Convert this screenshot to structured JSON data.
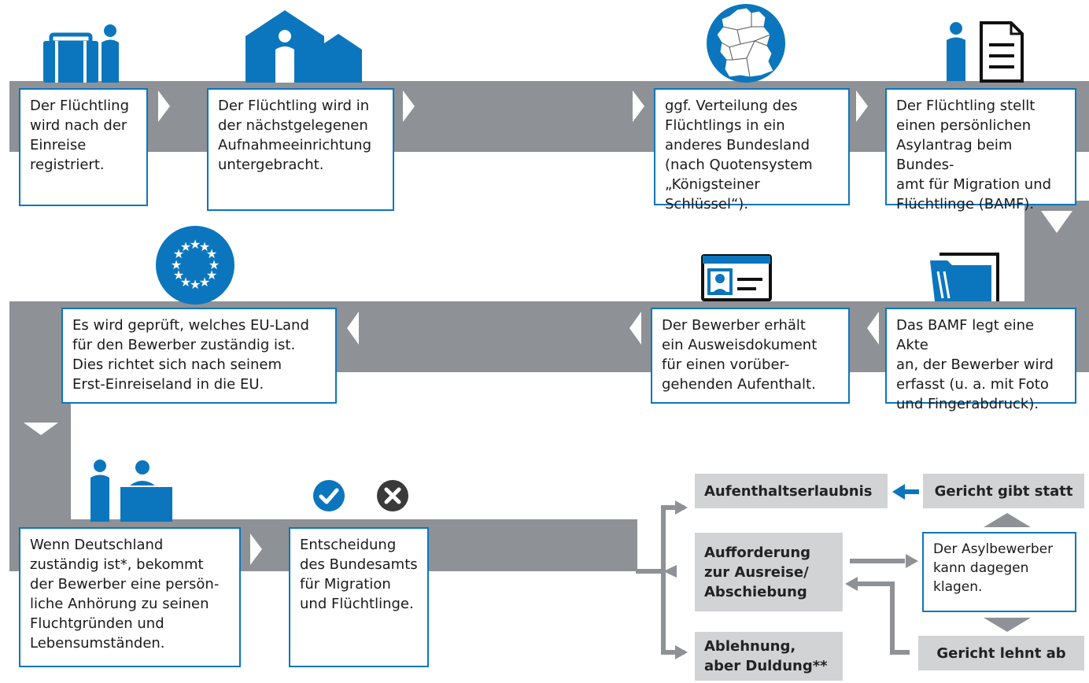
{
  "colors": {
    "accent": "#0b76bd",
    "band": "#8e9196",
    "light": "#d2d3d5",
    "white": "#ffffff"
  },
  "steps": [
    {
      "id": "registrierung",
      "text": "Der Flüchtling\nwird nach der\nEinreise\nregistriert.",
      "icon": "refugee-with-luggage-icon"
    },
    {
      "id": "aufnahme",
      "text": "Der Flüchtling wird in\nder nächstgelegenen\nAufnahmeeinrichtung\nuntergebracht.",
      "icon": "reception-house-icon"
    },
    {
      "id": "verteilung",
      "text": "ggf. Verteilung des\nFlüchtlings in ein\nanderes Bundesland\n(nach Quotensystem\n„Königsteiner Schlüssel“).",
      "icon": "germany-map-icon"
    },
    {
      "id": "asylantrag",
      "text": "Der Flüchtling stellt\neinen persönlichen\nAsylantrag beim Bundes-\namt für Migration und\nFlüchtlinge (BAMF).",
      "icon": "person-with-document-icon"
    },
    {
      "id": "akte",
      "text": "Das BAMF legt eine Akte\nan, der Bewerber wird\nerfasst (u. a. mit Foto\nund Fingerabdruck).",
      "icon": "folder-icon"
    },
    {
      "id": "ausweis",
      "text": "Der Bewerber erhält\nein Ausweisdokument\nfür einen vorüber-\ngehenden Aufenthalt.",
      "icon": "id-card-icon"
    },
    {
      "id": "eu-pruefung",
      "text": "Es wird geprüft, welches EU-Land\nfür den Bewerber zuständig ist.\nDies richtet sich nach seinem\nErst-Einreiseland in die EU.",
      "icon": "eu-flag-icon"
    },
    {
      "id": "anhoerung",
      "text": "Wenn Deutschland\nzuständig ist*, bekommt\nder Bewerber eine persön-\nliche Anhörung zu seinen\nFluchtgründen und\nLebensumständen.",
      "icon": "interview-icon"
    },
    {
      "id": "entscheidung",
      "text": "Entscheidung\ndes Bundesamts\nfür Migration\nund Flüchtlinge.",
      "icon": "check-and-cross-icons"
    }
  ],
  "outcomes": {
    "aufenthaltserlaubnis": "Aufenthaltserlaubnis",
    "ausreise": "Aufforderung\nzur Ausreise/\nAbschiebung",
    "duldung": "Ablehnung,\naber Duldung**",
    "gericht_gibt_statt": "Gericht gibt statt",
    "gericht_lehnt_ab": "Gericht lehnt ab",
    "klage": "Der Asylbewerber\nkann dagegen\nklagen."
  }
}
